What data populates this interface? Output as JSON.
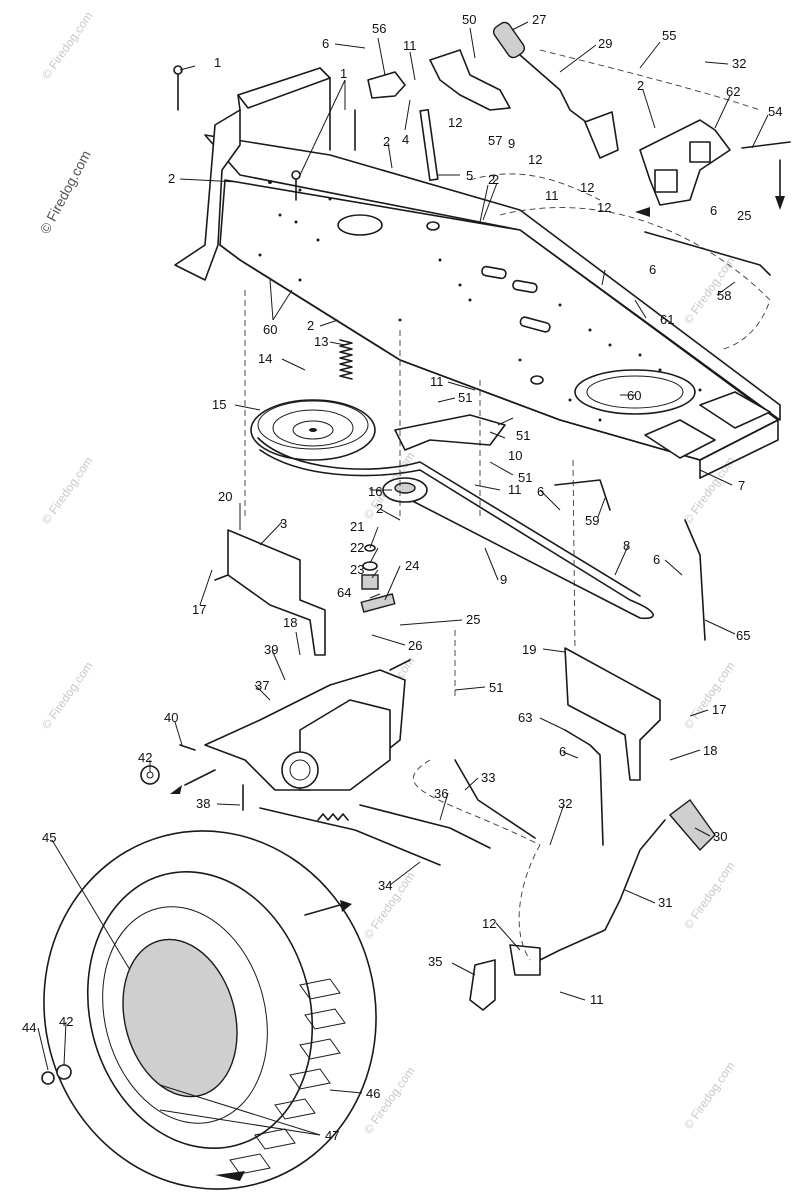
{
  "watermark": {
    "main": "© Firedog.com",
    "repeat": "© Firedog.com"
  },
  "callouts": [
    {
      "id": "c1",
      "label": "1"
    },
    {
      "id": "c2",
      "label": "1"
    },
    {
      "id": "c3",
      "label": "6"
    },
    {
      "id": "c4",
      "label": "56"
    },
    {
      "id": "c5",
      "label": "11"
    },
    {
      "id": "c6",
      "label": "50"
    },
    {
      "id": "c7",
      "label": "27"
    },
    {
      "id": "c8",
      "label": "29"
    },
    {
      "id": "c9",
      "label": "55"
    },
    {
      "id": "c10",
      "label": "32"
    },
    {
      "id": "c11",
      "label": "2"
    },
    {
      "id": "c12",
      "label": "62"
    },
    {
      "id": "c13",
      "label": "54"
    },
    {
      "id": "c14",
      "label": "4"
    },
    {
      "id": "c15",
      "label": "12"
    },
    {
      "id": "c16",
      "label": "57"
    },
    {
      "id": "c17",
      "label": "9"
    },
    {
      "id": "c18",
      "label": "12"
    },
    {
      "id": "c19",
      "label": "2"
    },
    {
      "id": "c20",
      "label": "5"
    },
    {
      "id": "c21",
      "label": "2"
    },
    {
      "id": "c22",
      "label": "11"
    },
    {
      "id": "c23",
      "label": "12"
    },
    {
      "id": "c24",
      "label": "12"
    },
    {
      "id": "c25",
      "label": "6"
    },
    {
      "id": "c26",
      "label": "25"
    },
    {
      "id": "c27",
      "label": "2"
    },
    {
      "id": "c28",
      "label": "6"
    },
    {
      "id": "c29",
      "label": "58"
    },
    {
      "id": "c30",
      "label": "61"
    },
    {
      "id": "c31",
      "label": "60"
    },
    {
      "id": "c32",
      "label": "2"
    },
    {
      "id": "c33",
      "label": "13"
    },
    {
      "id": "c34",
      "label": "14"
    },
    {
      "id": "c35",
      "label": "11"
    },
    {
      "id": "c36",
      "label": "51"
    },
    {
      "id": "c37",
      "label": "60"
    },
    {
      "id": "c38",
      "label": "15"
    },
    {
      "id": "c39",
      "label": "51"
    },
    {
      "id": "c40",
      "label": "10"
    },
    {
      "id": "c41",
      "label": "51"
    },
    {
      "id": "c42",
      "label": "16"
    },
    {
      "id": "c43",
      "label": "11"
    },
    {
      "id": "c44",
      "label": "6"
    },
    {
      "id": "c45",
      "label": "7"
    },
    {
      "id": "c46",
      "label": "59"
    },
    {
      "id": "c47",
      "label": "20"
    },
    {
      "id": "c48",
      "label": "3"
    },
    {
      "id": "c49",
      "label": "2"
    },
    {
      "id": "c50",
      "label": "21"
    },
    {
      "id": "c51",
      "label": "22"
    },
    {
      "id": "c52",
      "label": "23"
    },
    {
      "id": "c53",
      "label": "9"
    },
    {
      "id": "c54",
      "label": "8"
    },
    {
      "id": "c55",
      "label": "6"
    },
    {
      "id": "c56",
      "label": "17"
    },
    {
      "id": "c57",
      "label": "64"
    },
    {
      "id": "c58",
      "label": "24"
    },
    {
      "id": "c59",
      "label": "25"
    },
    {
      "id": "c60",
      "label": "65"
    },
    {
      "id": "c61",
      "label": "18"
    },
    {
      "id": "c62",
      "label": "39"
    },
    {
      "id": "c63",
      "label": "26"
    },
    {
      "id": "c64",
      "label": "19"
    },
    {
      "id": "c65",
      "label": "37"
    },
    {
      "id": "c66",
      "label": "51"
    },
    {
      "id": "c67",
      "label": "17"
    },
    {
      "id": "c68",
      "label": "40"
    },
    {
      "id": "c69",
      "label": "63"
    },
    {
      "id": "c70",
      "label": "6"
    },
    {
      "id": "c71",
      "label": "18"
    },
    {
      "id": "c72",
      "label": "42"
    },
    {
      "id": "c73",
      "label": "33"
    },
    {
      "id": "c74",
      "label": "38"
    },
    {
      "id": "c75",
      "label": "36"
    },
    {
      "id": "c76",
      "label": "32"
    },
    {
      "id": "c77",
      "label": "30"
    },
    {
      "id": "c78",
      "label": "45"
    },
    {
      "id": "c79",
      "label": "34"
    },
    {
      "id": "c80",
      "label": "31"
    },
    {
      "id": "c81",
      "label": "12"
    },
    {
      "id": "c82",
      "label": "35"
    },
    {
      "id": "c83",
      "label": "11"
    },
    {
      "id": "c84",
      "label": "44"
    },
    {
      "id": "c85",
      "label": "42"
    },
    {
      "id": "c86",
      "label": "46"
    },
    {
      "id": "c87",
      "label": "47"
    },
    {
      "id": "c88",
      "label": "2"
    }
  ]
}
